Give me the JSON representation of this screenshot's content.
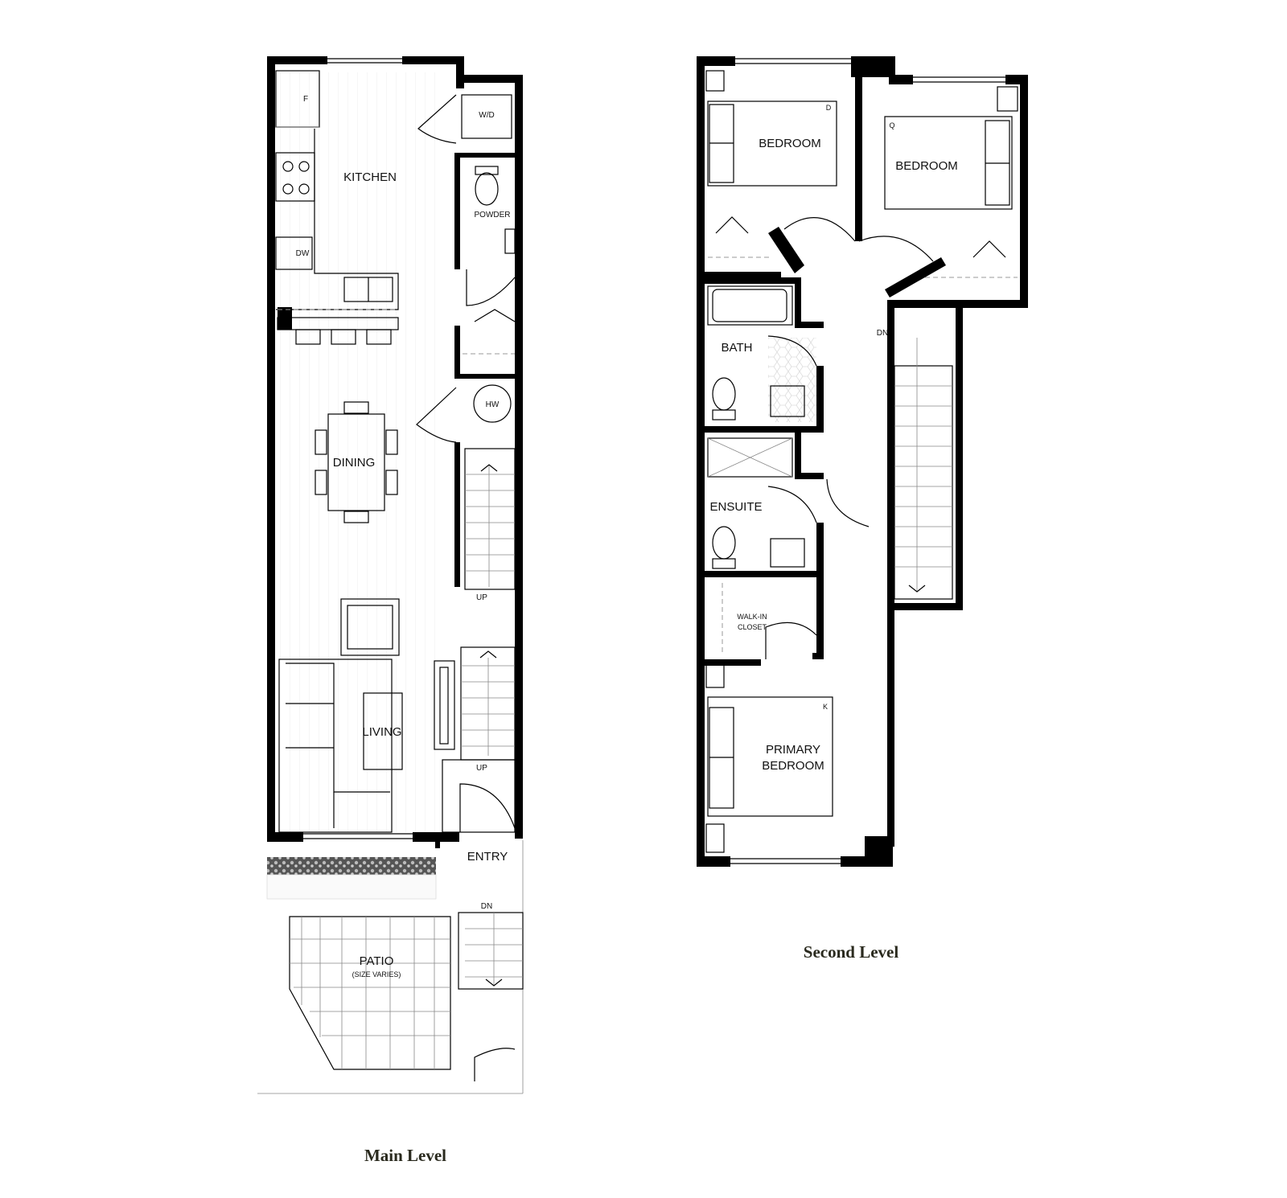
{
  "main_level": {
    "caption": "Main Level",
    "rooms": {
      "kitchen": "KITCHEN",
      "dining": "DINING",
      "living": "LIVING",
      "powder": "POWDER",
      "entry": "ENTRY",
      "patio": "PATIO",
      "patio_note": "(SIZE VARIES)"
    },
    "fixtures": {
      "fridge": "F",
      "washer_dryer": "W/D",
      "dishwasher": "DW",
      "hot_water": "HW"
    },
    "stairs": {
      "up_1": "UP",
      "up_2": "UP",
      "dn": "DN"
    }
  },
  "second_level": {
    "caption": "Second Level",
    "rooms": {
      "bedroom_1": "BEDROOM",
      "bedroom_2": "BEDROOM",
      "bath": "BATH",
      "ensuite": "ENSUITE",
      "walk_in_closet_1": "WALK-IN",
      "walk_in_closet_2": "CLOSET",
      "primary_bedroom_1": "PRIMARY",
      "primary_bedroom_2": "BEDROOM"
    },
    "bed_sizes": {
      "bedroom_1": "D",
      "bedroom_2": "Q",
      "primary": "K"
    },
    "stairs": {
      "dn": "DN"
    }
  }
}
